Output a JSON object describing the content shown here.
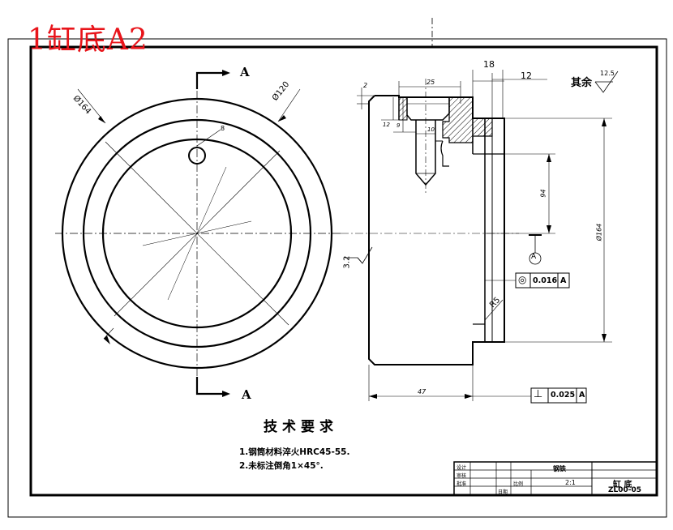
{
  "header_title": "1缸底A2",
  "section_labels": {
    "top": "A",
    "bottom": "A"
  },
  "left_view": {
    "dim_outer": "Ø164",
    "dim_inner": "Ø120",
    "hole_note": "8"
  },
  "right_view": {
    "dim_top_small": "2",
    "dim_25": "25",
    "dim_18": "18",
    "dim_12": "12",
    "dim_left_12": "12",
    "dim_left_9": "9",
    "dim_10": "10",
    "dim_94": "94",
    "dim_dia": "Ø164",
    "dim_47": "47",
    "dim_r5": "R5",
    "surface_roughness_left": "3.2",
    "datum_label": "A",
    "coaxial_tol": {
      "symbol": "◎",
      "value": "0.016",
      "datum": "A"
    },
    "perp_tol": {
      "symbol": "⊥",
      "value": "0.025",
      "datum": "A"
    },
    "other_roughness_label": "其余",
    "other_roughness_value": "12.5"
  },
  "requirements": {
    "title": "技术要求",
    "items": [
      "1.钢筒材料淬火HRC45-55.",
      "2.未标注倒角1×45°."
    ]
  },
  "title_block": {
    "material": "钢铁",
    "scale": "2:1",
    "part_name": "缸 底",
    "drawing_no": "ZL00-05",
    "cells": [
      "设计",
      "审核",
      "比例",
      "批准",
      "日期"
    ]
  }
}
